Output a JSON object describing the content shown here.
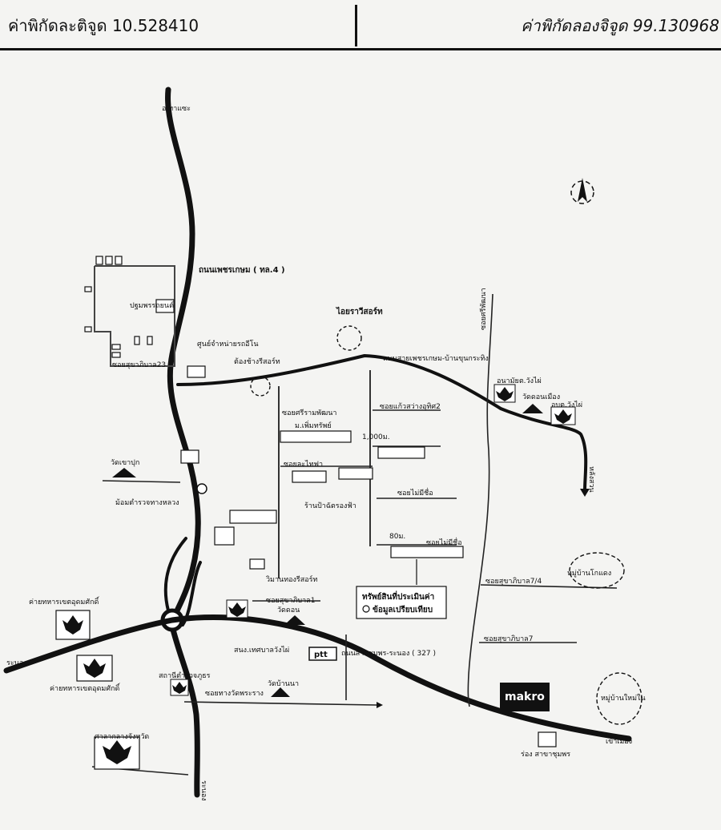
{
  "header": {
    "latitude": "ค่าพิกัดละติจูด 10.528410",
    "longitude": "ค่าพิกัดลองจิจูด 99.130968"
  },
  "map": {
    "roads": {
      "north_dest": "อ.ทาแซะ",
      "highway4": "ถนนเพชรเกษม ( ทล.4 )",
      "road_north_east": "ถนนสายเพชรเกษม-บ้านขุนกระทิง",
      "road_main_east": "ถนนสายชุมพร-ระนอง ( 327 )",
      "south_dest": "ระนอง",
      "east_dest": "เข้าเมือง",
      "west_dest": "ระนอง",
      "down_dest": "หลังสวน",
      "soi_sukhaphiban23": "ซอยสุขาภิบาล23",
      "soi_sriramphatthana": "ซอยศรีรามพัฒนา",
      "soi_kaew_sawang": "ซอยแก้วสว่างอุทิศ2",
      "soi_thaiwa": "ซอยละไทฟา",
      "soi_no_name1": "ซอยไม่มีชื่อ",
      "soi_no_name2": "ซอยไม่มีชื่อ",
      "soi_sukhaphiban74": "ซอยสุขาภิบาล7/4",
      "soi_sukhaphiban7": "ซอยสุขาภิบาล7",
      "soi_sukhaphiban1": "ซอยสุขาภิบาล1",
      "soi_wat_phra": "ซอยทางวัดพระราง",
      "soi_sri": "ซอยศรีพัฒนา",
      "distance_1000": "1,000ม.",
      "distance_80": "80ม."
    },
    "landmarks": {
      "aiyara_resort": "ไอยราวีสอร์ท",
      "pathum_rot": "ปฐมพรรถยนต์",
      "car_center": "ศูนย์จำหน่ายรถอีโน",
      "tong_chang": "ต้องช้างรีสอร์ท",
      "phoem_sap": "ม.เพิ่มทรัพย์",
      "wat_chao_puk": "วัดเขาปุก",
      "police_station": "ม้อมตำรวจทางหลวง",
      "ban_pa_chat": "ร้านป้าฉัตรองฟ้า",
      "wiman_thong": "วิมานทองรีสอร์ท",
      "military_camp1": "ค่ายทหารเขตอุดมศักดิ์",
      "military_camp2": "ค่ายทหารเขตอุดมศักดิ์",
      "wat_don": "วัดดอน",
      "district_office": "อนามัยต.วังไผ่",
      "wat_don_mueang": "วัดดอนเมือง",
      "obt": "อบต.วังไผ่",
      "village_tako": "หมู่บ้านโกแดง",
      "village_new": "หมู่บ้านใหม่ใน",
      "wat_ban_na": "วัดบ้านนา",
      "thetsaban": "สนง.เทศบาลวังไผ่",
      "ptt": "ptt",
      "makro": "makro",
      "province_hall": "ศาลากลางจังหวัด",
      "police_station2": "สถานีตำรวจภูธร",
      "municipal_office": "ร่อง สาขาชุมพร"
    },
    "legend": {
      "subject": "ทรัพย์สินที่ประเมินค่า",
      "comparable": "ข้อมูลเปรียบเทียบ"
    },
    "icons": {
      "north_arrow": "north-arrow-icon",
      "garuda": "garuda-emblem-icon"
    }
  }
}
